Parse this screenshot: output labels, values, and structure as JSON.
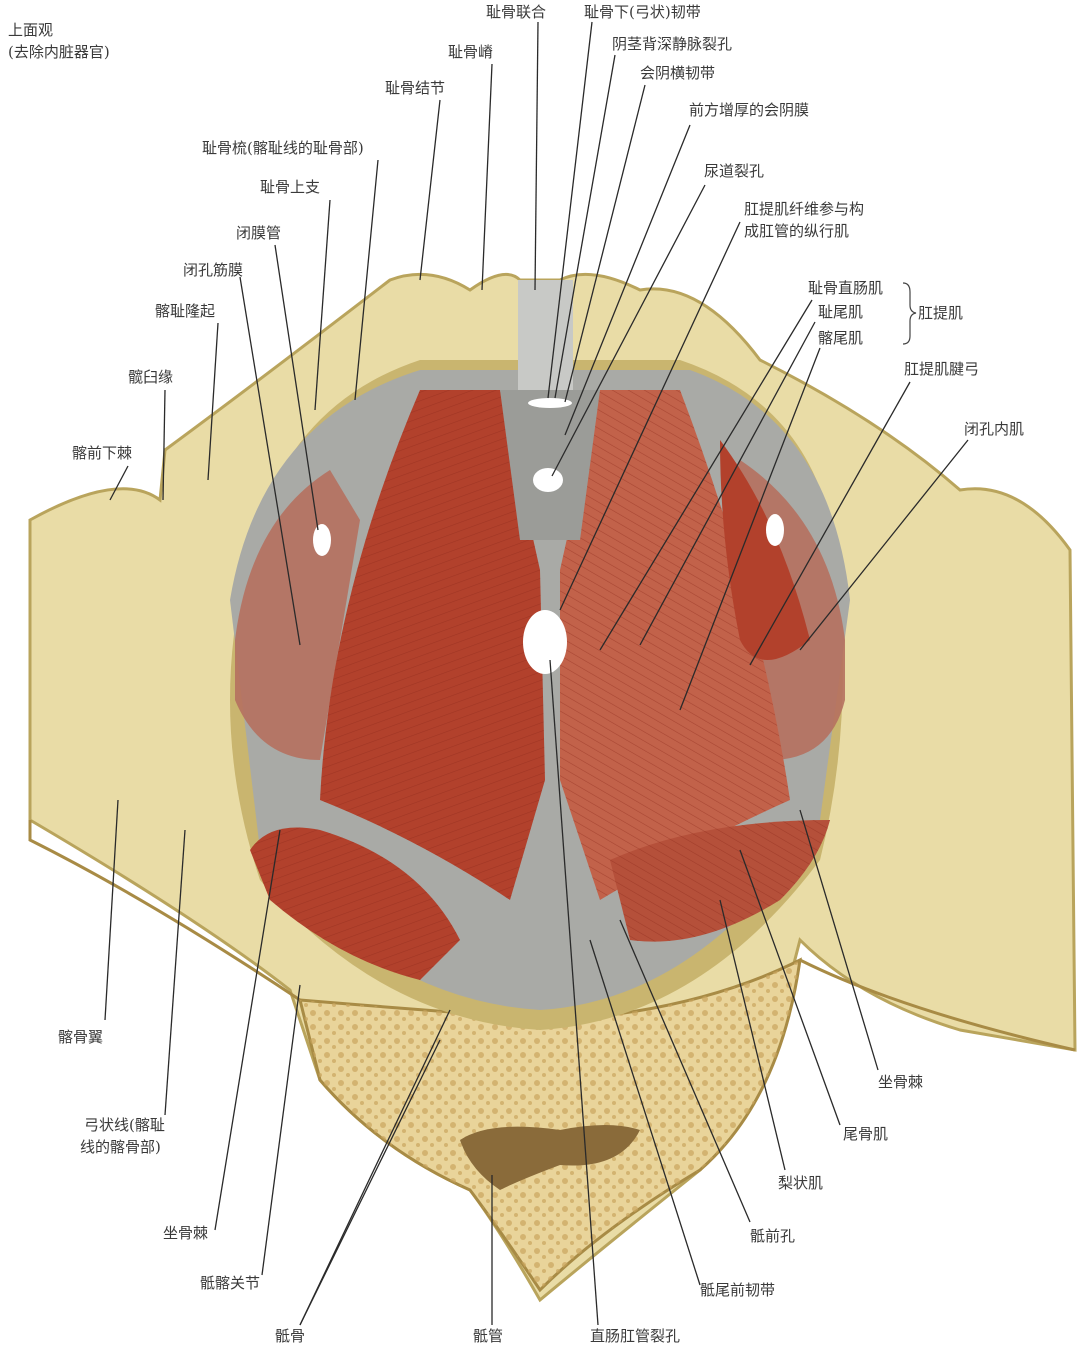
{
  "view": {
    "title": "上面观",
    "subtitle": "(去除内脏器官)"
  },
  "labels": {
    "pubic_symphysis": "耻骨联合",
    "inferior_pubic_ligament": "耻骨下(弓状)韧带",
    "deep_dorsal_vein_hiatus": "阴茎背深静脉裂孔",
    "transverse_perineal_ligament": "会阴横韧带",
    "anterior_perineal_membrane": "前方增厚的会阴膜",
    "urethral_hiatus": "尿道裂孔",
    "levator_fibers_1": "肛提肌纤维参与构",
    "levator_fibers_2": "成肛管的纵行肌",
    "puborectalis": "耻骨直肠肌",
    "pubococcygeus": "耻尾肌",
    "iliococcygeus": "髂尾肌",
    "levator_ani": "肛提肌",
    "tendinous_arch": "肛提肌腱弓",
    "obturator_internus": "闭孔内肌",
    "pubic_crest": "耻骨嵴",
    "pubic_tubercle": "耻骨结节",
    "pecten_pubis": "耻骨梳(髂耻线的耻骨部)",
    "superior_pubic_ramus": "耻骨上支",
    "obturator_canal": "闭膜管",
    "obturator_fascia": "闭孔筋膜",
    "iliopubic_eminence": "髂耻隆起",
    "acetabular_margin": "髋臼缘",
    "aiis": "髂前下棘",
    "iliac_wing": "髂骨翼",
    "arcuate_line_1": "弓状线(髂耻",
    "arcuate_line_2": "线的髂骨部)",
    "ischial_spine_left": "坐骨棘",
    "sacroiliac_joint": "骶髂关节",
    "sacrum": "骶骨",
    "sacral_canal": "骶管",
    "anorectal_hiatus": "直肠肛管裂孔",
    "anterior_sacrococcygeal_ligament": "骶尾前韧带",
    "anterior_sacral_foramina": "骶前孔",
    "piriformis": "梨状肌",
    "coccygeus": "尾骨肌",
    "ischial_spine_right": "坐骨棘"
  },
  "colors": {
    "bone": "#e9dca6",
    "bone_shadow": "#b9a45c",
    "muscle": "#b2412c",
    "fascia": "#a9aaa6"
  }
}
